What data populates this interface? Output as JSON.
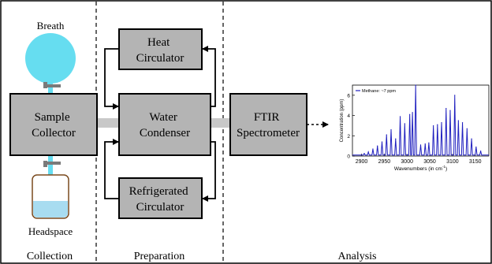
{
  "sections": {
    "collection": "Collection",
    "preparation": "Preparation",
    "analysis": "Analysis"
  },
  "labels": {
    "breath": "Breath",
    "headspace": "Headspace"
  },
  "boxes": {
    "sample_collector": [
      "Sample",
      "Collector"
    ],
    "water_condenser": [
      "Water",
      "Condenser"
    ],
    "heat_circulator": [
      "Heat",
      "Circulator"
    ],
    "refrigerated_circulator": [
      "Refrigerated",
      "Circulator"
    ],
    "ftir_spectrometer": [
      "FTIR",
      "Spectrometer"
    ]
  },
  "colors": {
    "box_fill": "#b4b4b4",
    "tube": "#c8c8c8",
    "breath_bag": "#66ddf0",
    "valve_tube": "#66ddf0",
    "headspace_liquid": "#a8dcf0",
    "vial_outline": "#7a4a1e",
    "spectrum": "#1f1fbf"
  },
  "chart_data": {
    "type": "line",
    "legend": "Methane: ~7 ppm",
    "legend_placement": "top-left",
    "xlabel": "Wavenumbers (in cm",
    "xlabel_sup": "-1",
    "xlabel_end": ")",
    "ylabel": "Concentration (ppm)",
    "xlim": [
      2880,
      3180
    ],
    "ylim": [
      0,
      7
    ],
    "xticks": [
      2900,
      2950,
      3000,
      3050,
      3100,
      3150
    ],
    "yticks": [
      0,
      2,
      4,
      6
    ],
    "series": [
      {
        "name": "Methane: ~7 ppm",
        "x": [
          2906,
          2915,
          2925,
          2935,
          2945,
          2955,
          2965,
          2975,
          2985,
          2995,
          3006,
          3012,
          3019,
          3030,
          3040,
          3048,
          3058,
          3067,
          3076,
          3086,
          3095,
          3105,
          3113,
          3122,
          3132,
          3142,
          3152,
          3162
        ],
        "y": [
          0.25,
          0.4,
          0.7,
          1.0,
          1.4,
          2.1,
          2.6,
          1.7,
          3.9,
          3.2,
          4.1,
          4.3,
          7.0,
          1.1,
          1.2,
          1.3,
          3.0,
          3.1,
          3.3,
          4.7,
          4.5,
          6.0,
          3.5,
          3.3,
          2.7,
          1.7,
          0.9,
          0.5
        ]
      }
    ]
  }
}
